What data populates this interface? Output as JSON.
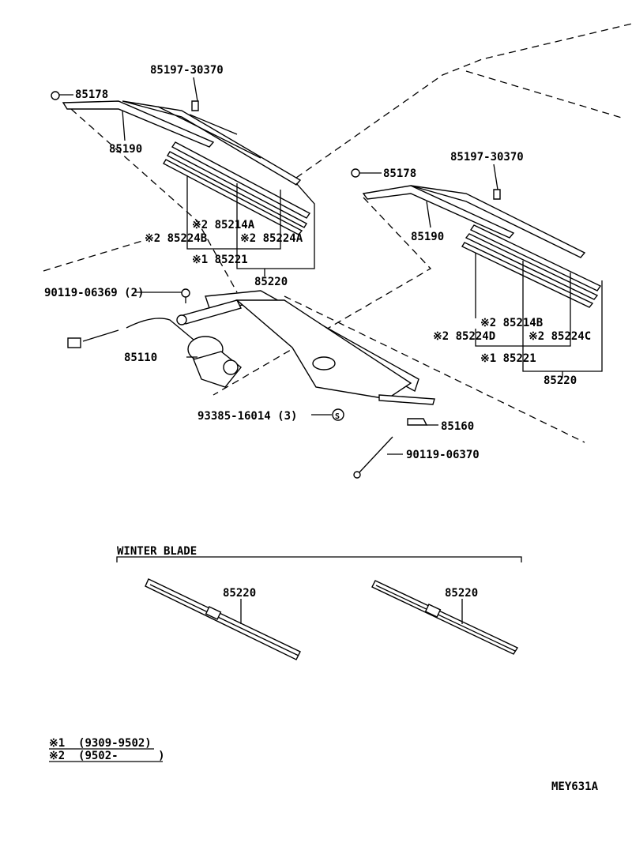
{
  "labels": {
    "clip_left": "85197-30370",
    "cap_left": "85178",
    "arm_left": "85190",
    "cap_right": "85178",
    "clip_right": "85197-30370",
    "arm_right": "85190",
    "insert_left_a": "※2 85214A",
    "rubber_left_b": "※2 85224B",
    "rubber_left_a": "※2 85224A",
    "blade_rubber_left": "※1 85221",
    "blade_left": "85220",
    "bolt_motor": "90119-06369 (2)",
    "motor": "85110",
    "grommet": "93385-16014 (3)",
    "link": "85160",
    "bolt_link": "90119-06370",
    "insert_right_b": "※2 85214B",
    "rubber_right_d": "※2 85224D",
    "rubber_right_c": "※2 85224C",
    "blade_rubber_right": "※1 85221",
    "blade_right": "85220"
  },
  "winter": {
    "title": "WINTER BLADE",
    "blade_left": "85220",
    "blade_right": "85220"
  },
  "footnotes": {
    "note1": "※1  (9309-9502)",
    "note2": "※2  (9502-      )"
  },
  "diagram_code": "MEY631A"
}
